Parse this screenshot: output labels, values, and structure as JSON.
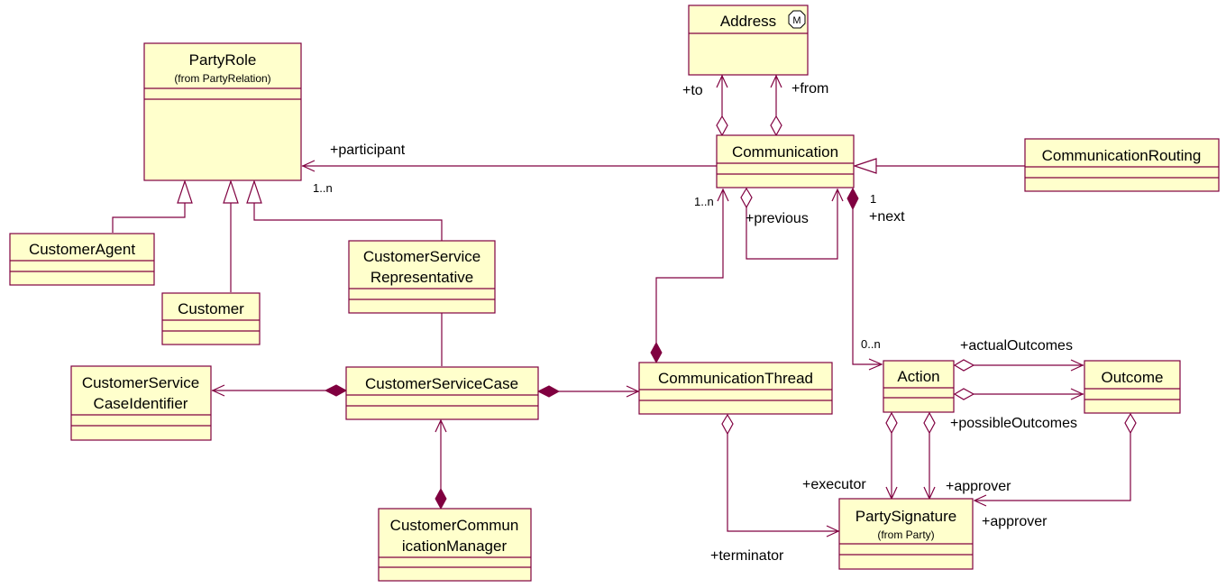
{
  "classes": {
    "party_role": {
      "name": "PartyRole",
      "from": "(from PartyRelation)"
    },
    "address": {
      "name": "Address",
      "stereotype_icon": "M"
    },
    "communication": {
      "name": "Communication"
    },
    "communication_routing": {
      "name": "CommunicationRouting"
    },
    "customer_agent": {
      "name": "CustomerAgent"
    },
    "customer": {
      "name": "Customer"
    },
    "csr": {
      "name_line1": "CustomerService",
      "name_line2": "Representative"
    },
    "cs_case_identifier": {
      "name_line1": "CustomerService",
      "name_line2": "CaseIdentifier"
    },
    "cs_case": {
      "name": "CustomerServiceCase"
    },
    "communication_thread": {
      "name": "CommunicationThread"
    },
    "ccm": {
      "name_line1": "CustomerCommun",
      "name_line2": "icationManager"
    },
    "action": {
      "name": "Action"
    },
    "outcome": {
      "name": "Outcome"
    },
    "party_signature": {
      "name": "PartySignature",
      "from": "(from Party)"
    }
  },
  "labels": {
    "to": "+to",
    "from": "+from",
    "participant": "+participant",
    "participant_mult": "1..n",
    "comm_thread_mult": "1..n",
    "previous": "+previous",
    "next_mult": "1",
    "next": "+next",
    "action_mult": "0..n",
    "actual_outcomes": "+actualOutcomes",
    "possible_outcomes": "+possibleOutcomes",
    "executor": "+executor",
    "approver_action": "+approver",
    "approver_outcome": "+approver",
    "terminator": "+terminator"
  },
  "colors": {
    "class_fill": "#ffffcc",
    "line": "#800040",
    "text": "#000000"
  }
}
